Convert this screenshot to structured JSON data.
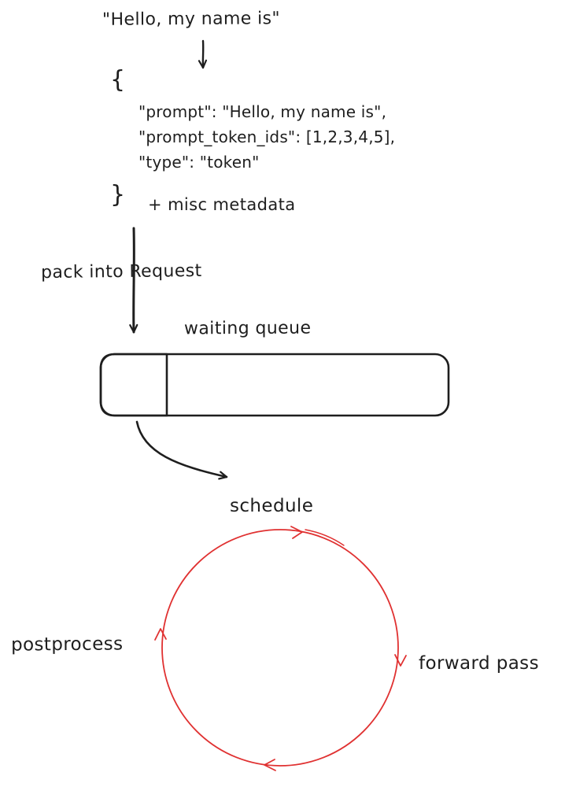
{
  "diagram": {
    "input_text": "\"Hello, my name is\"",
    "json_block": {
      "open_brace": "{",
      "lines": [
        "\"prompt\": \"Hello, my name is\",",
        "\"prompt_token_ids\": [1,2,3,4,5],",
        "\"type\": \"token\""
      ],
      "close_brace": "}",
      "metadata_note": "+ misc metadata"
    },
    "pack_arrow_label": "pack into Request",
    "queue": {
      "label": "waiting queue",
      "fill_color": "#a5d8ff",
      "hatch_color": "#c0eb75",
      "stroke_color": "#1e1e1e"
    },
    "cycle": {
      "color": "#e03131",
      "steps": [
        "schedule",
        "forward pass",
        "postprocess"
      ]
    }
  }
}
